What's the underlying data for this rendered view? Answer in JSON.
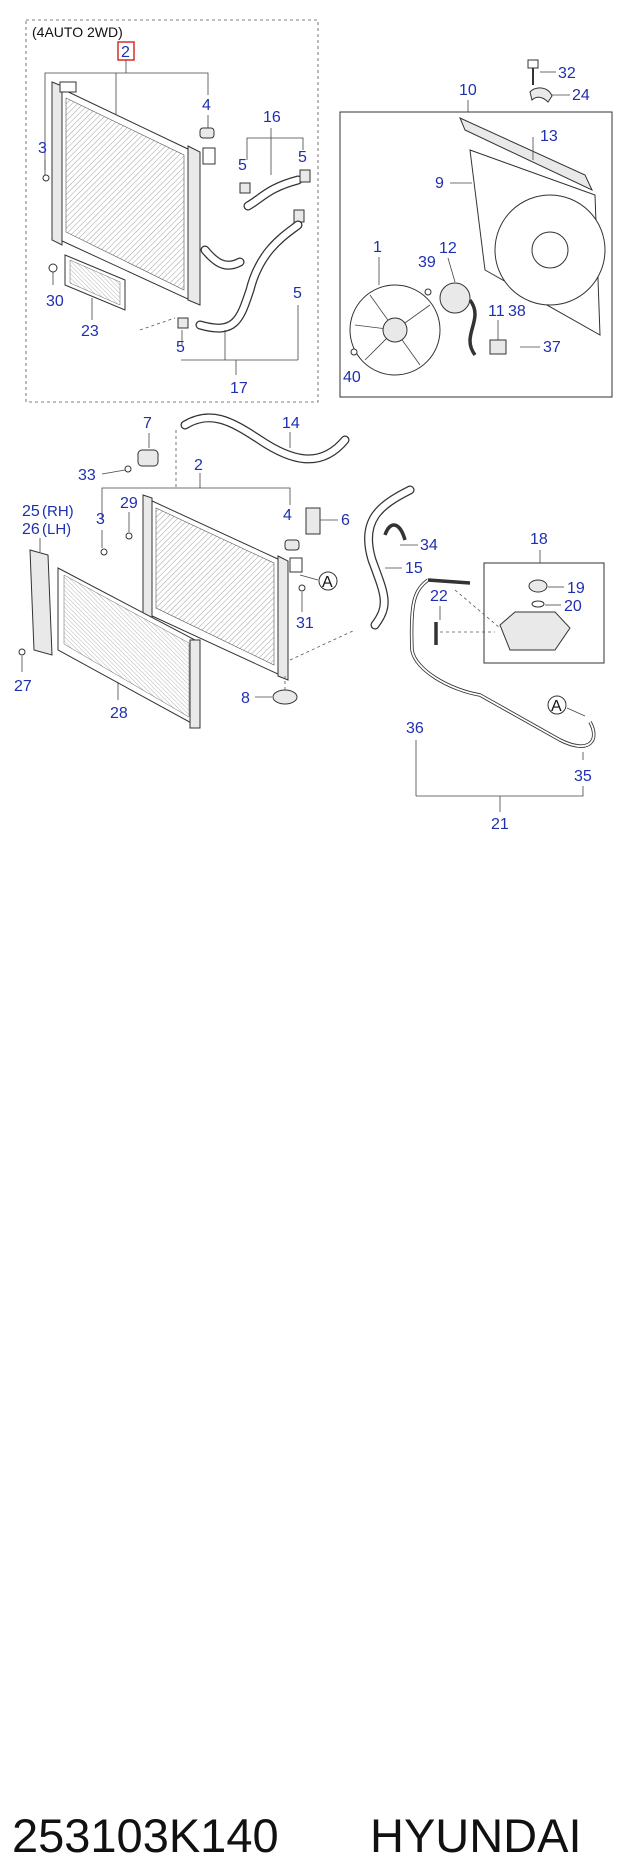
{
  "diagram": {
    "variant_note": "(4AUTO 2WD)",
    "highlighted_callout": "2",
    "callouts": {
      "c1": "1",
      "c2_top": "2",
      "c2_mid": "2",
      "c3_top": "3",
      "c3_mid": "3",
      "c4_top": "4",
      "c4_mid": "4",
      "c5_a": "5",
      "c5_b": "5",
      "c5_c": "5",
      "c5_d": "5",
      "c6": "6",
      "c7": "7",
      "c8": "8",
      "c9": "9",
      "c10": "10",
      "c11": "11",
      "c12": "12",
      "c13": "13",
      "c14": "14",
      "c15": "15",
      "c16": "16",
      "c17": "17",
      "c18": "18",
      "c19": "19",
      "c20": "20",
      "c21": "21",
      "c22": "22",
      "c23": "23",
      "c24": "24",
      "c25": "25",
      "c25_side": "(RH)",
      "c26": "26",
      "c26_side": "(LH)",
      "c27": "27",
      "c28": "28",
      "c29": "29",
      "c30": "30",
      "c31": "31",
      "c32": "32",
      "c33": "33",
      "c34": "34",
      "c35": "35",
      "c36": "36",
      "c37": "37",
      "c38": "38",
      "c39": "39",
      "c40": "40",
      "ref_a1": "A",
      "ref_a2": "A"
    },
    "colors": {
      "callout": "#1f2fb0",
      "highlight": "#d62020",
      "line": "#333333"
    }
  },
  "footer": {
    "part_number": "253103K140",
    "brand": "HYUNDAI"
  }
}
